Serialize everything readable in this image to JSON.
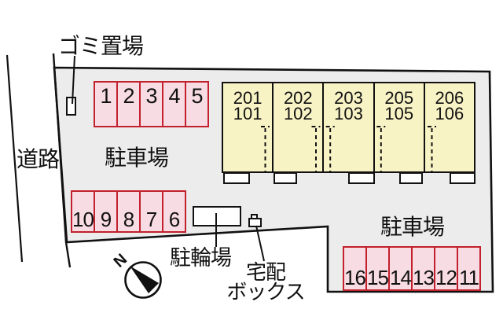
{
  "site": {
    "road_label": "道路",
    "garbage_label": "ゴミ置場",
    "parking_label_left": "駐車場",
    "parking_label_right": "駐車場",
    "bicycle_label": "駐輪場",
    "delivery_label_line1": "宅配",
    "delivery_label_line2": "ボックス",
    "north_label": "N"
  },
  "building": {
    "units": [
      {
        "upper": "201",
        "lower": "101"
      },
      {
        "upper": "202",
        "lower": "102"
      },
      {
        "upper": "203",
        "lower": "103"
      },
      {
        "upper": "205",
        "lower": "105"
      },
      {
        "upper": "206",
        "lower": "106"
      }
    ]
  },
  "parking": {
    "block_top": {
      "stalls": [
        "1",
        "2",
        "3",
        "4",
        "5"
      ]
    },
    "block_left": {
      "stalls": [
        "10",
        "9",
        "8",
        "7",
        "6"
      ]
    },
    "block_right": {
      "stalls": [
        "16",
        "15",
        "14",
        "13",
        "12",
        "11"
      ]
    }
  },
  "colors": {
    "site_fill": "#ececec",
    "stall_fill": "#f8dce3",
    "stall_border": "#c2202d",
    "unit_fill": "#f8f3c5",
    "line": "#111111"
  }
}
